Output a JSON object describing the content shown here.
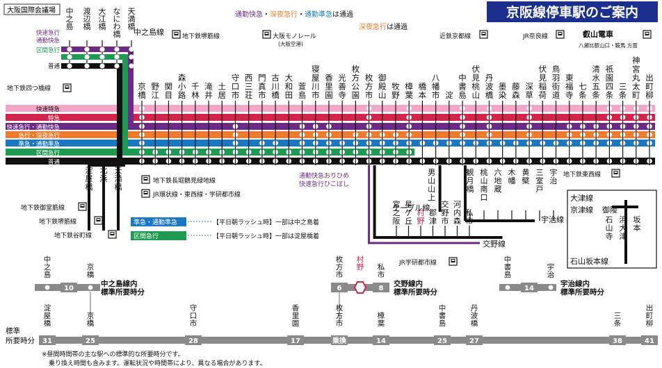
{
  "title": "京阪線停車駅のご案内",
  "venue_label": "大阪国際会議場",
  "notice_top": "通勤快急・深夜急行・通勤準急は通過",
  "notice_top_parts": {
    "a": "通勤快急",
    "b": "深夜急行",
    "c": "通勤準急",
    "d": "は通過"
  },
  "notice_shin": "深夜急行は通過",
  "notice_shin_parts": {
    "a": "深夜急行",
    "b": "は通過"
  },
  "colors": {
    "title_bg": "#1b2f8f",
    "kaisoku": "#f3a6c8",
    "tokkyu": "#d2234a",
    "kaikyu": "#6c2a86",
    "kyuko": "#f07a2a",
    "junkyu": "#1a78c2",
    "kukan": "#1f9a52",
    "futsu": "#111111"
  },
  "left_service_labels": [
    "快速急行",
    "通勤快急",
    "区間急行",
    "普通"
  ],
  "nakanoshima_stations": [
    "中之島",
    "渡辺橋",
    "大江橋",
    "なにわ橋",
    "天満橋"
  ],
  "nakanoshima_line": "中之島線",
  "tx_yotsubashi": "地下鉄四つ橋線",
  "tx_sakaisuji": "地下鉄堺筋線",
  "tx_monorail": "大阪モノレール",
  "tx_monorail_sub": "(大阪空港)",
  "tx_kintetsu": "近鉄京都線",
  "tx_jr_nara": "JR奈良線",
  "tx_eizan": "叡山電車",
  "tx_eizan_sub": "八瀬比叡山口・鞍馬 方面",
  "main_stations": [
    "京橋",
    "野江",
    "関目",
    "森小路",
    "千林",
    "滝井",
    "土居",
    "守口市",
    "西三荘",
    "門真市",
    "古川橋",
    "大和田",
    "萱島",
    "寝屋川市",
    "香里園",
    "光善寺",
    "枚方公園",
    "枚方市",
    "御殿山",
    "牧野",
    "樟葉",
    "橋本",
    "八幡市",
    "淀",
    "中書島",
    "伏見桃山",
    "丹波橋",
    "墨染",
    "藤森",
    "深草",
    "伏見稲荷",
    "鳥羽街道",
    "東福寺",
    "七条",
    "清水五条",
    "祇園四条",
    "三条",
    "神宮丸太町",
    "出町柳"
  ],
  "service_labels": [
    "快速特急",
    "特急",
    "快速急行・通勤快急",
    "急行・深夜急行",
    "準急・通勤準急",
    "区間急行",
    "普通"
  ],
  "tx_nagahori": "地下鉄長堀鶴見緑地線",
  "tx_jr_kanjo": "JR環状線・東西線・学研都市線",
  "tx_tozai": "地下鉄東西線",
  "branch_stations": [
    "淀屋橋",
    "北浜",
    "天満橋"
  ],
  "tx_midosuji": "地下鉄御堂筋線",
  "tx_sakaisuji2": "地下鉄堺筋線",
  "tx_tanimachi": "地下鉄谷町線",
  "legend": [
    {
      "label": "準急・通勤準急",
      "note": "【平日朝ラッシュ時】一部は中之島着"
    },
    {
      "label": "区間急行",
      "note": "【平日朝ラッシュ時】一部は淀屋橋着"
    }
  ],
  "katano_note1": "通勤快急おりひめ",
  "katano_note2": "快速急行ひこぼし",
  "katano_stations": [
    "宮之阪",
    "星ケ丘",
    "村野",
    "郡津",
    "交野市",
    "河内森",
    "私市"
  ],
  "katano_line": "交野線",
  "otokoyama": "男山山上",
  "cable_line": "ケーブル線",
  "uji_stations": [
    "観月橋",
    "桃山南口",
    "六地蔵",
    "木幡",
    "黄檗",
    "三室戸",
    "宇治"
  ],
  "uji_line": "宇治線",
  "tx_jr_gakken": "JR学研都市線",
  "otsu_title": "大津線",
  "keishin_line": "京津線",
  "misasagi": "御陵",
  "otsu_stations": [
    "石山寺",
    "浜大津",
    "坂本"
  ],
  "ishiyama_line": "石山坂本線",
  "time_nakanoshima": {
    "label": "中之島線内 標準所要時分",
    "stations": [
      "中之島",
      "京橋"
    ],
    "minutes": [
      "10"
    ]
  },
  "time_katano": {
    "label": "交野線内 標準所要時分",
    "stations": [
      "枚方市",
      "村野",
      "私市"
    ],
    "minutes": [
      "6",
      "8"
    ]
  },
  "time_uji": {
    "label": "宇治線内 標準所要時分",
    "stations": [
      "中書島",
      "宇治"
    ],
    "minutes": [
      "14"
    ]
  },
  "std_label": "標準所要時分",
  "time_main": {
    "stations": [
      "淀屋橋",
      "京橋",
      "守口市",
      "香里園",
      "枚方市",
      "樟葉",
      "中書島",
      "丹波橋",
      "三条",
      "出町柳"
    ],
    "minutes": [
      "31",
      "25",
      "28",
      "17",
      "乗換",
      "14",
      "25",
      "27",
      "38",
      "41"
    ]
  },
  "footnote1": "※昼間時間帯の主な駅への標準的な所要時分です。",
  "footnote2": "乗り換え時間も含みます。運転状況や時間帯により、異なる場合があります。"
}
